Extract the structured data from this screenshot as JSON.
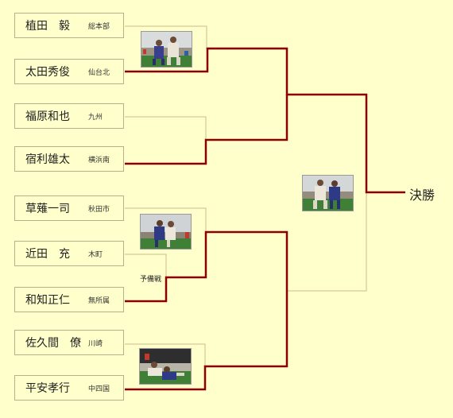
{
  "colors": {
    "background": "#ffffcc",
    "winner_line": "#8b0000",
    "loser_line": "#c8bc8a",
    "box_border": "#b8b08a"
  },
  "players": [
    {
      "name": "植田　毅",
      "team": "総本部"
    },
    {
      "name": "太田秀俊",
      "team": "仙台北"
    },
    {
      "name": "福原和也",
      "team": "九州"
    },
    {
      "name": "宿利雄太",
      "team": "横浜南"
    },
    {
      "name": "草薙一司",
      "team": "秋田市"
    },
    {
      "name": "近田　充",
      "team": "木町"
    },
    {
      "name": "和知正仁",
      "team": "無所属"
    },
    {
      "name": "佐久間　僚",
      "team": "川崎"
    },
    {
      "name": "平安孝行",
      "team": "中四国"
    }
  ],
  "preliminary_label": "予備戦",
  "final_label": "決勝",
  "photos": [
    {
      "icon": "match-photo-icon"
    },
    {
      "icon": "match-photo-icon"
    },
    {
      "icon": "match-photo-icon"
    },
    {
      "icon": "match-photo-icon"
    }
  ]
}
